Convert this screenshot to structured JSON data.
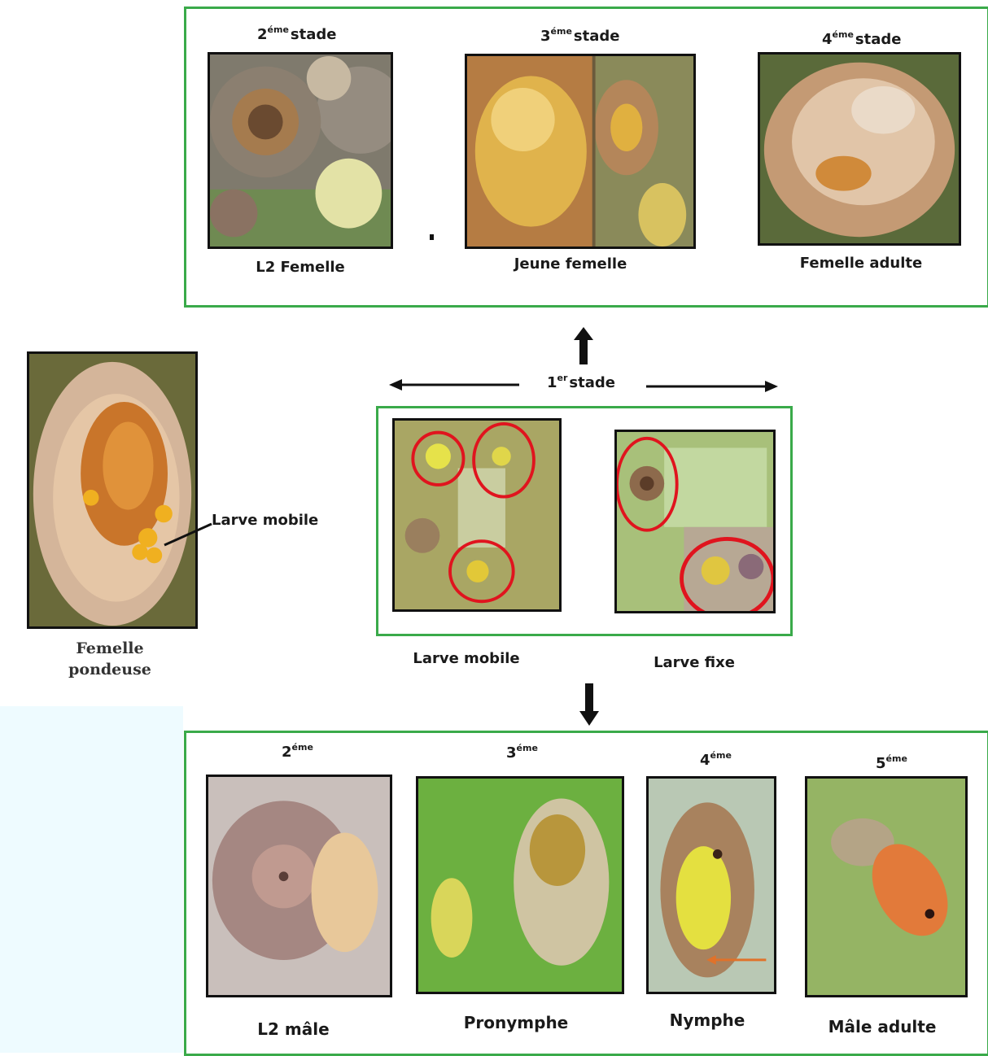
{
  "female_row": {
    "items": [
      {
        "stage_num": "2",
        "stage_sup": "éme",
        "stage_word": "stade",
        "label": "L2 Femelle"
      },
      {
        "stage_num": "3",
        "stage_sup": "éme",
        "stage_word": "stade",
        "label": "Jeune  femelle"
      },
      {
        "stage_num": "4",
        "stage_sup": "éme",
        "stage_word": "stade",
        "label": "Femelle adulte"
      }
    ]
  },
  "first_stage": {
    "num": "1",
    "sup": "er",
    "word": "stade"
  },
  "larvae": {
    "mobile_label": "Larve mobile",
    "fixe_label": "Larve fixe"
  },
  "female_layer": {
    "callout": "Larve mobile",
    "caption_line1": "Femelle",
    "caption_line2": "pondeuse"
  },
  "male_row": {
    "items": [
      {
        "stage_num": "2",
        "stage_sup": "éme",
        "label": "L2 mâle"
      },
      {
        "stage_num": "3",
        "stage_sup": "éme",
        "label": "Pronymphe"
      },
      {
        "stage_num": "4",
        "stage_sup": "éme",
        "label": "Nymphe"
      },
      {
        "stage_num": "5",
        "stage_sup": "éme",
        "label": "Mâle adulte"
      }
    ]
  },
  "colors": {
    "frame_green": "#3aaa4a",
    "circle_red": "#e0141e",
    "arrow_orange": "#e0722a"
  }
}
